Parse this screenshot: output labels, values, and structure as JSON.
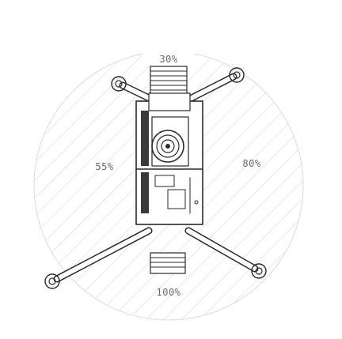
{
  "capacity_labels": {
    "front": "30%",
    "left": "55%",
    "right": "80%",
    "rear": "100%"
  },
  "colors": {
    "hatch": "#cfcfcf",
    "outline": "#2a2a2a",
    "text": "#6a6a6a",
    "background": "#ffffff"
  }
}
